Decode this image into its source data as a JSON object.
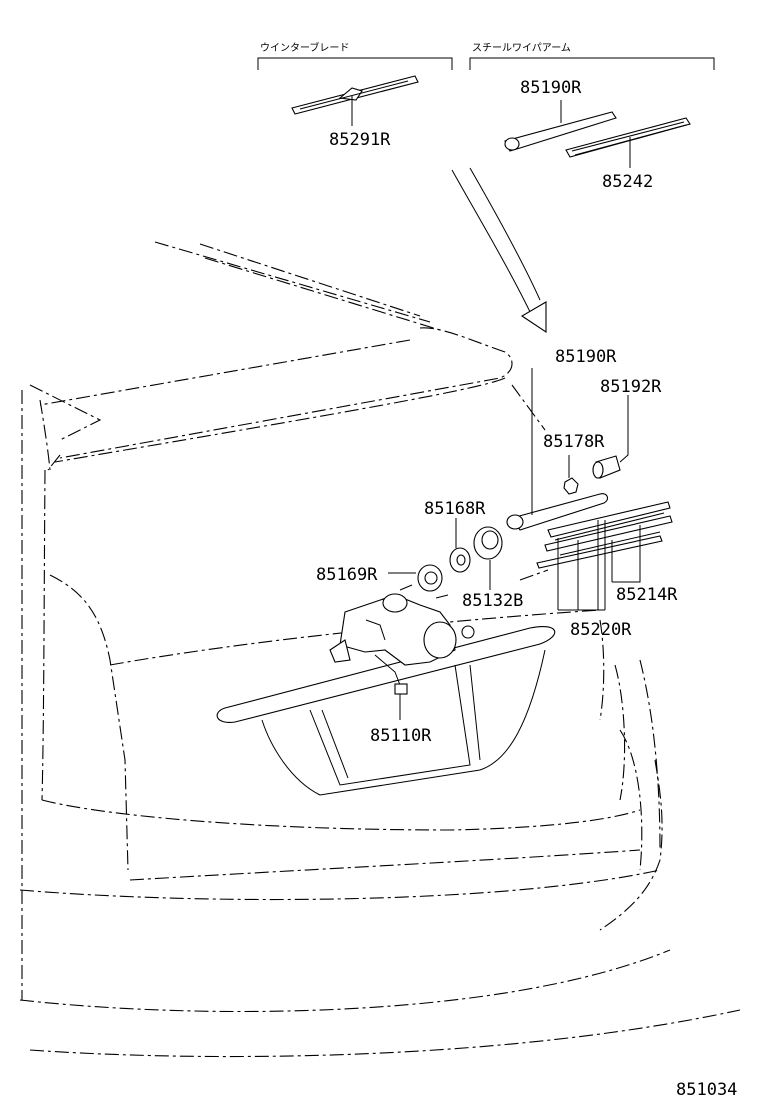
{
  "diagram_id": "851034",
  "groups": {
    "winter_blade": "ウインターブレード",
    "steel_wiper_arm": "スチールワイパアーム"
  },
  "parts": {
    "p85291R": "85291R",
    "p85190R_top": "85190R",
    "p85242": "85242",
    "p85190R": "85190R",
    "p85192R": "85192R",
    "p85178R": "85178R",
    "p85168R": "85168R",
    "p85169R": "85169R",
    "p85132B": "85132B",
    "p85214R": "85214R",
    "p85220R": "85220R",
    "p85110R": "85110R"
  }
}
